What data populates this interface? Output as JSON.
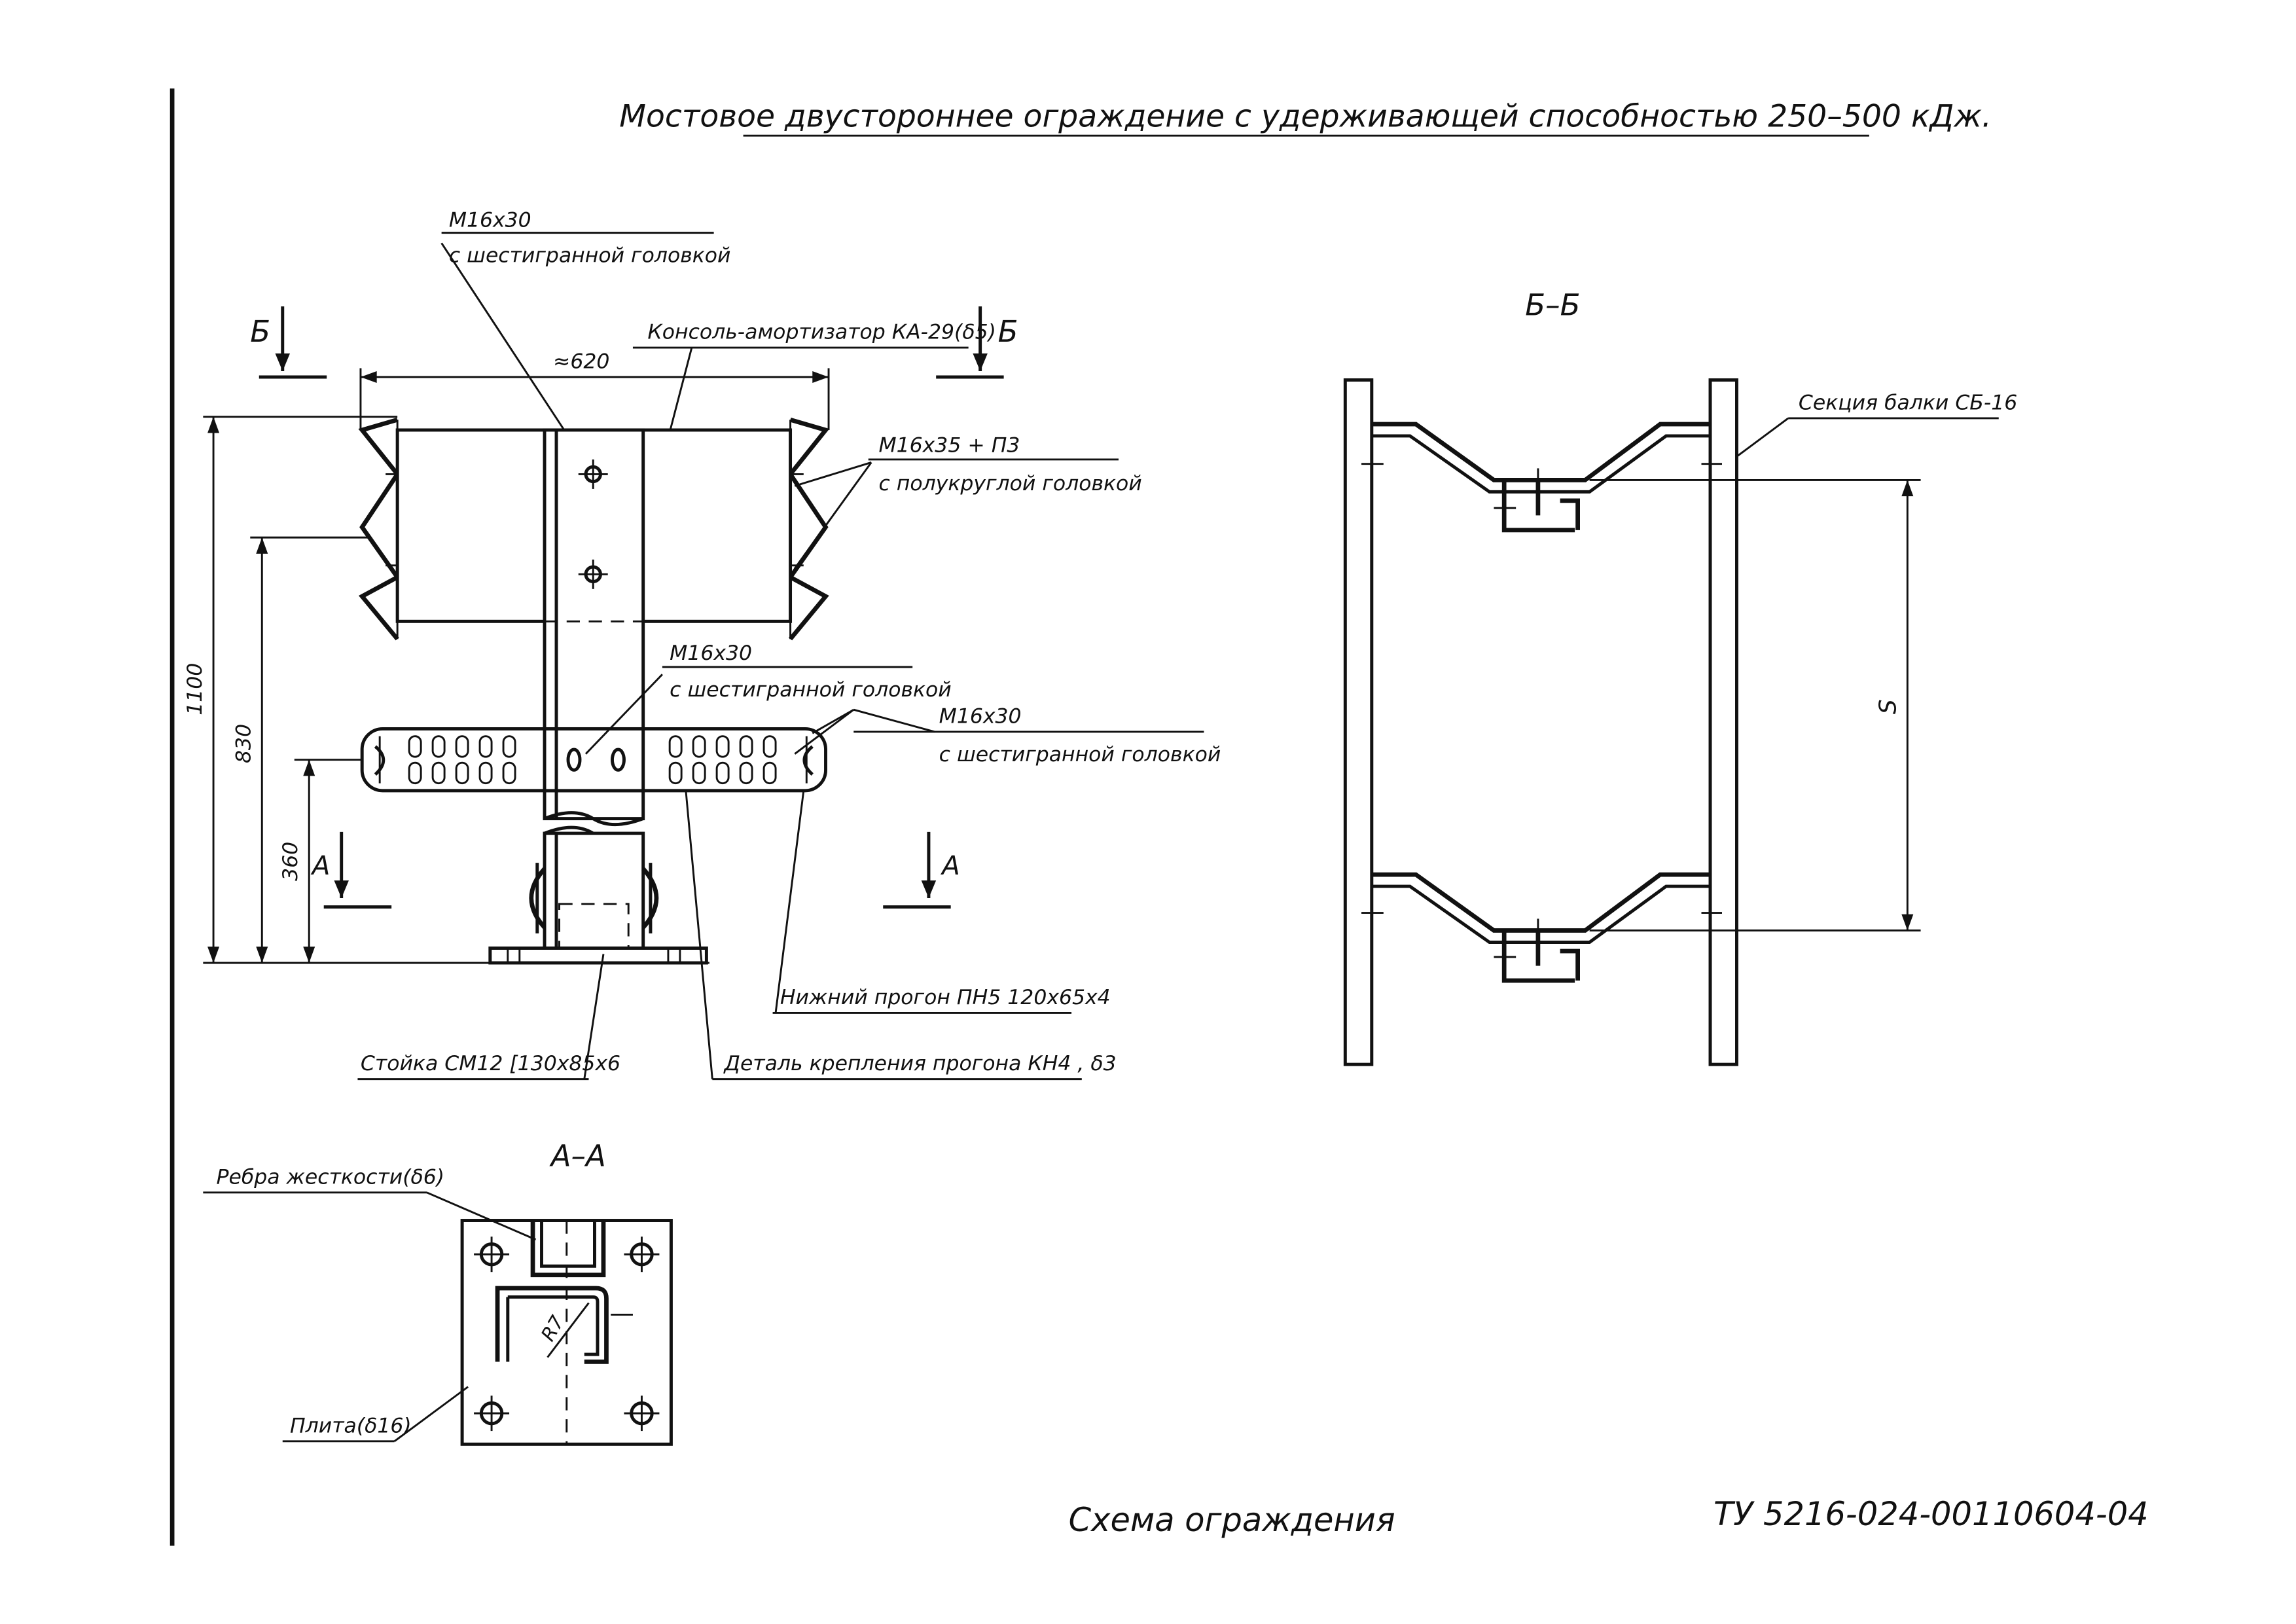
{
  "drawing": {
    "title": "Мостовое двустороннее ограждение с удерживающей способностью 250–500 кДж.",
    "caption": "Схема ограждения",
    "doc_code": "ТУ 5216-024-00110604-04"
  },
  "main_view": {
    "bolt_top_size": "М16х30",
    "bolt_top_head": "с шестигранной головкой",
    "console_label": "Консоль-амортизатор КА-29(δ5)",
    "width_dim": "≈620",
    "bolt_right_size": "М16х35 + П3",
    "bolt_right_head": "с полукруглой головкой",
    "bolt_mid_size": "М16х30",
    "bolt_mid_head": "с шестигранной головкой",
    "bolt_end_size": "М16х30",
    "bolt_end_head": "с шестигранной головкой",
    "height_total": "1100",
    "height_beam": "830",
    "height_rail": "360",
    "section_b": "Б",
    "section_a": "А",
    "lower_rail_label": "Нижний прогон ПН5 120х65х4",
    "post_label": "Стойка СМ12 [130х85х6",
    "fastener_label": "Деталь крепления прогона КН4 , δ3"
  },
  "section_bb": {
    "title": "Б–Б",
    "beam_label": "Секция балки СБ-16",
    "spacing_dim": "S"
  },
  "section_aa": {
    "title": "А–А",
    "rib_label": "Ребра жесткости(δ6)",
    "radius_label": "R7",
    "plate_label": "Плита(δ16)"
  }
}
